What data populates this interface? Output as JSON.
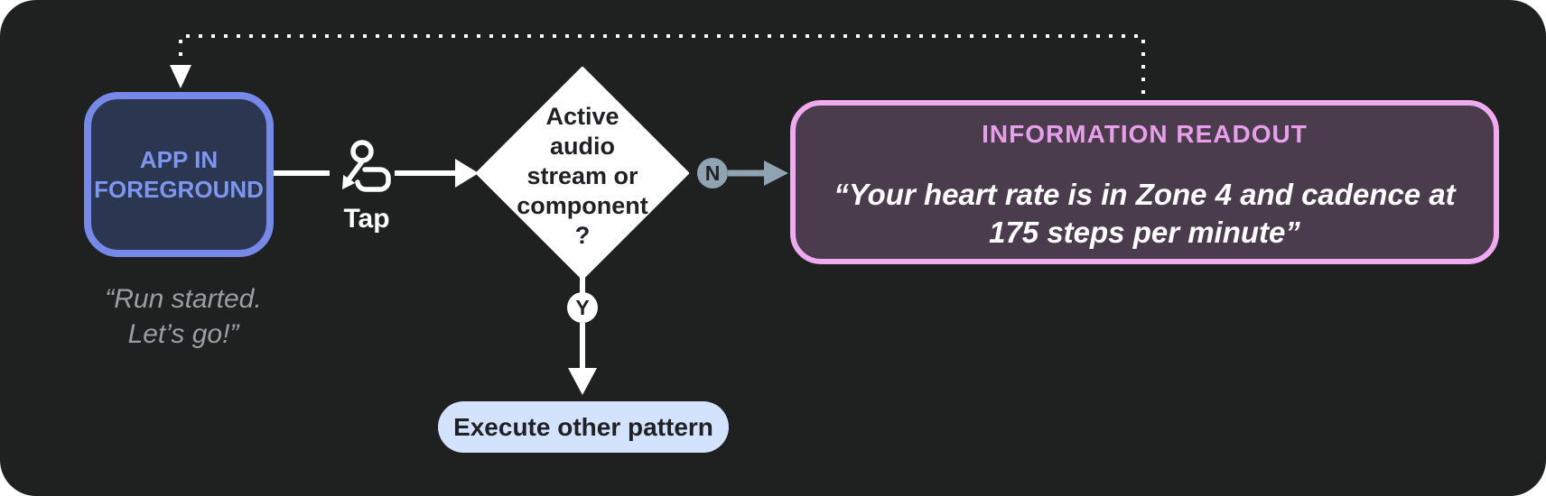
{
  "colors": {
    "page_bg": "#ffffff",
    "canvas_bg": "#1f2020",
    "app_border": "#7689e9",
    "app_fill": "#2b3650",
    "app_text": "#7e96ef",
    "quote_text": "#9b9fa3",
    "white": "#ffffff",
    "dark_text": "#202124",
    "readout_border": "#f0aaf0",
    "readout_fill": "#4a3b4d",
    "readout_title": "#e89fe9",
    "branch": "#8fa3b2",
    "pill_fill": "#d3e3fd"
  },
  "app_node": {
    "label_line1": "APP IN",
    "label_line2": "FOREGROUND",
    "quote_line1": "“Run started.",
    "quote_line2": "Let’s go!”"
  },
  "tap": {
    "label": "Tap"
  },
  "decision": {
    "line1": "Active",
    "line2": "audio",
    "line3": "stream or",
    "line4": "component",
    "line5": "?"
  },
  "branches": {
    "no": "N",
    "yes": "Y"
  },
  "readout": {
    "title": "INFORMATION READOUT",
    "quote_line1": "“Your heart rate is in Zone 4 and cadence at",
    "quote_line2": "175 steps per minute”"
  },
  "action": {
    "label": "Execute other pattern"
  }
}
